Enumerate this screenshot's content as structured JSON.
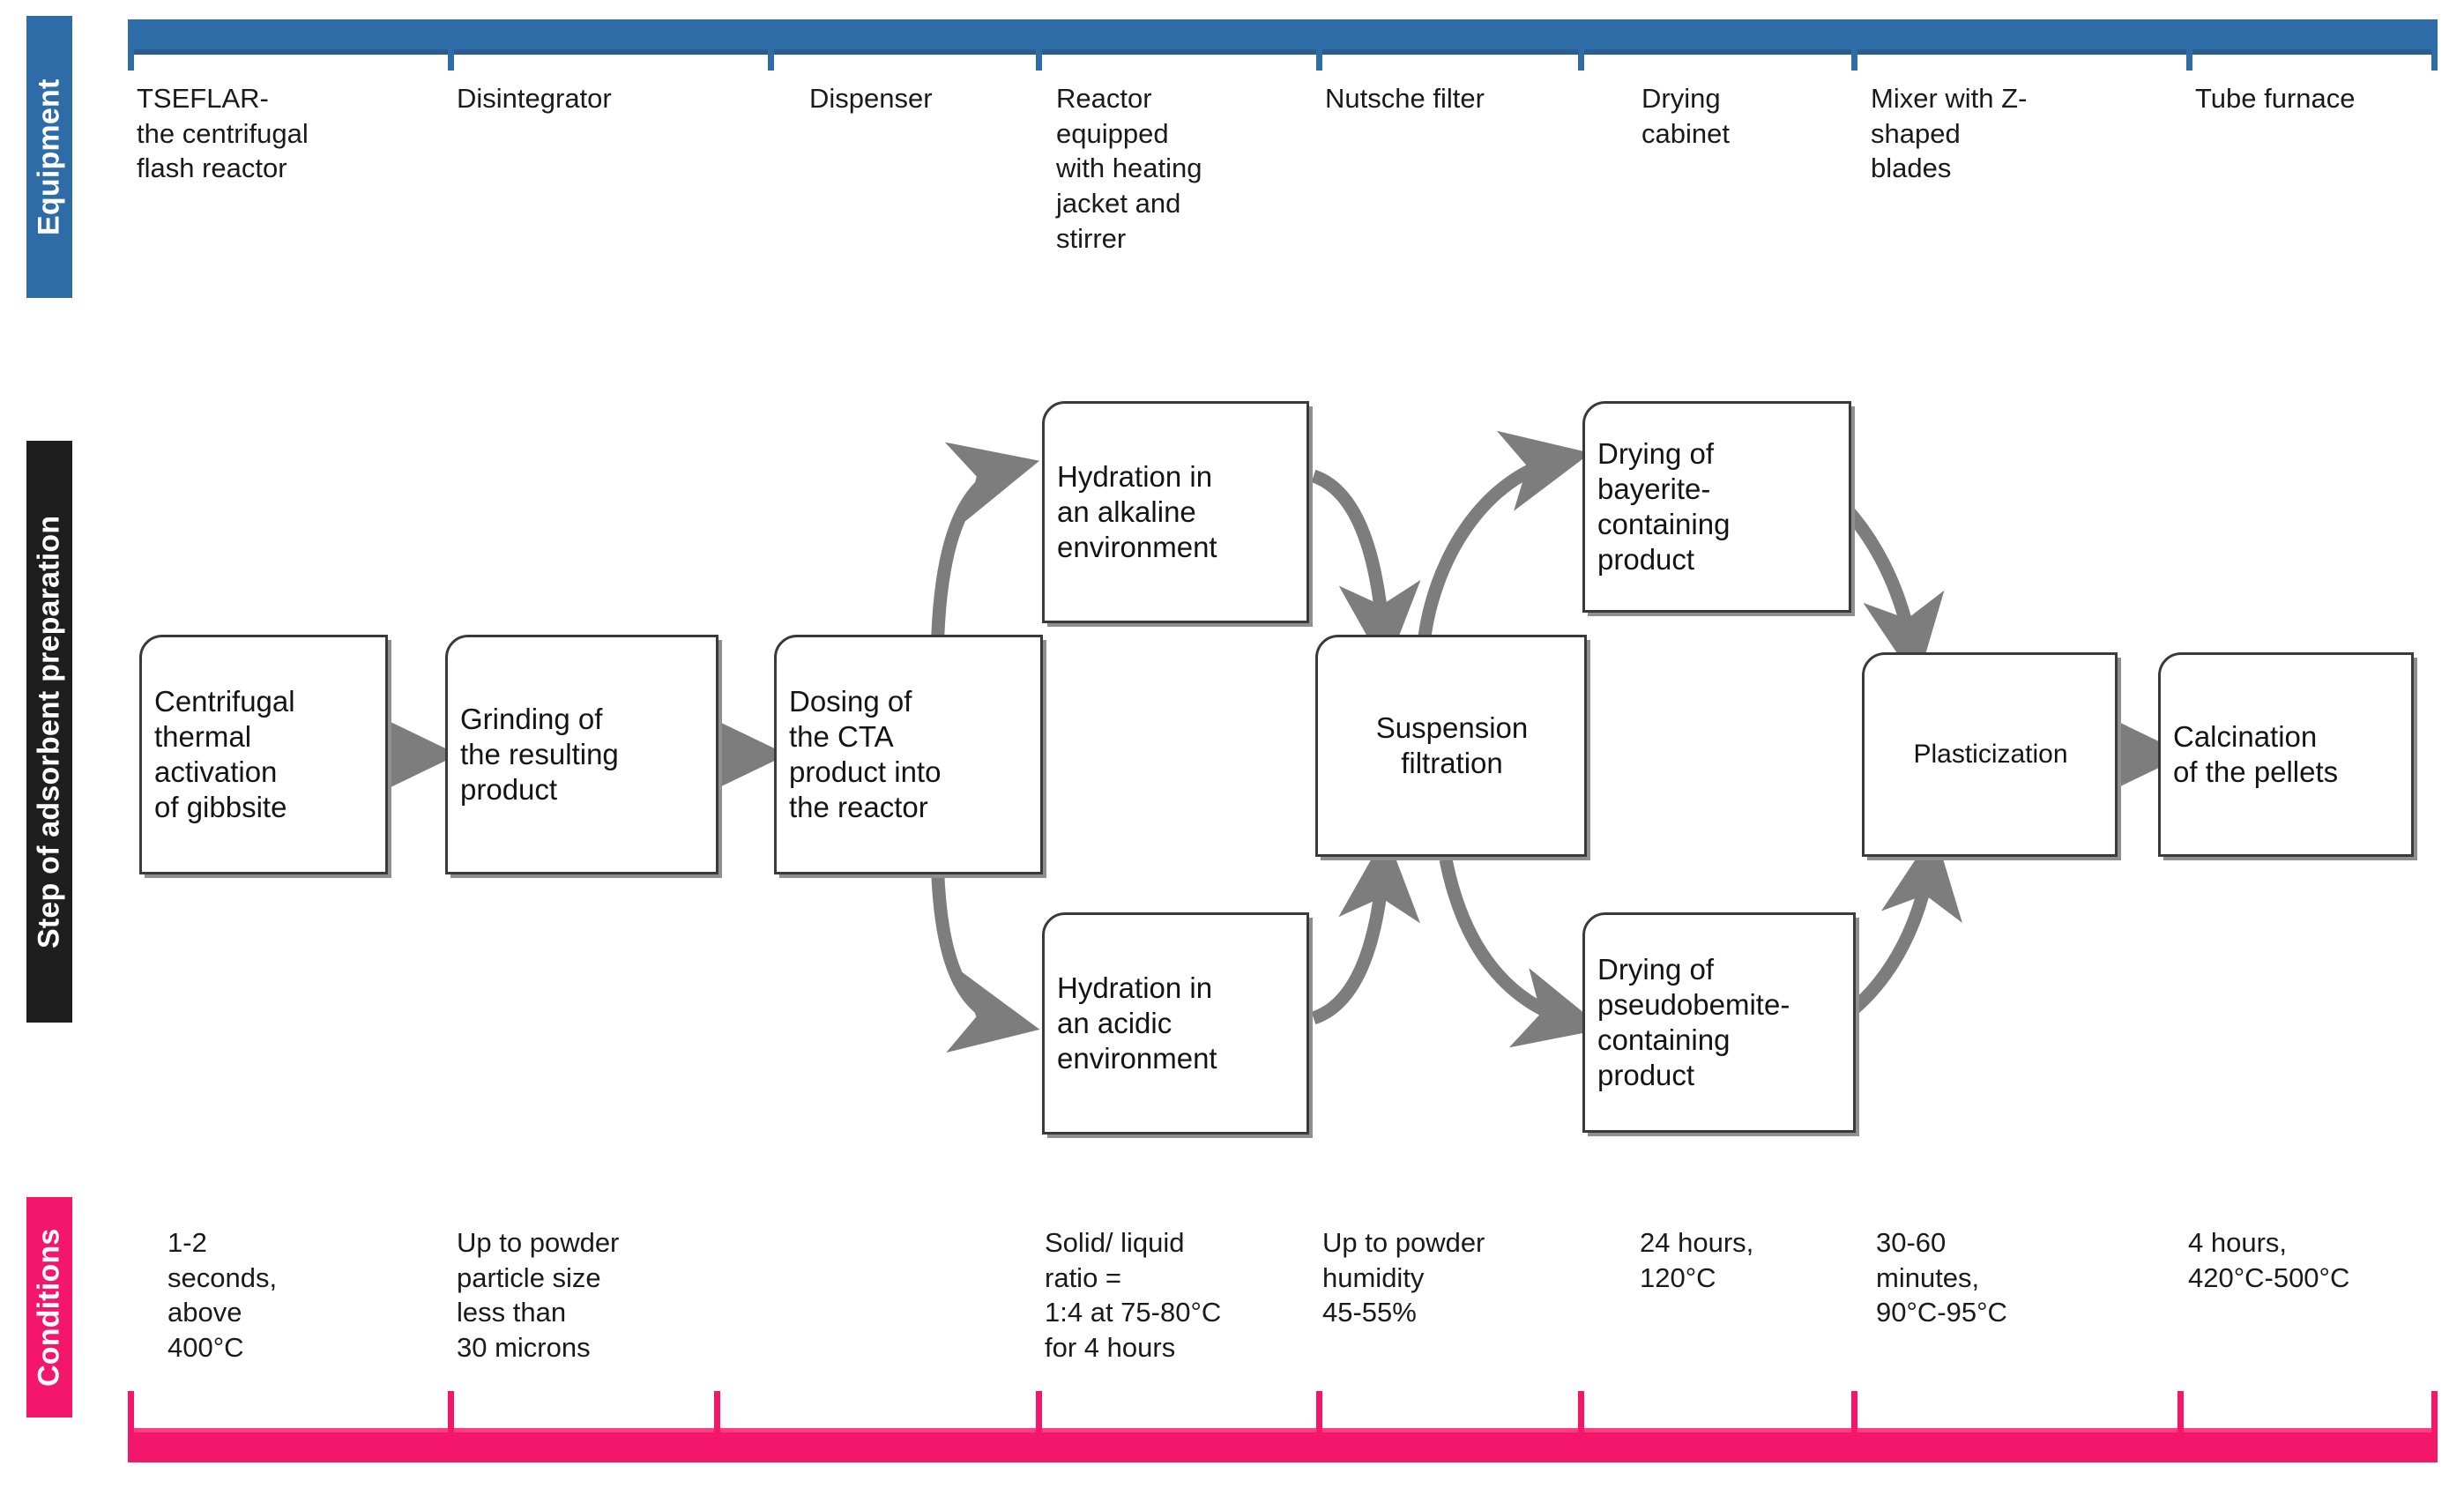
{
  "bands": {
    "equipment": {
      "label": "Equipment",
      "color": "#2E6CA8"
    },
    "step": {
      "label": "Step of adsorbent preparation",
      "color": "#1E1E1E"
    },
    "conditions": {
      "label": "Conditions",
      "color": "#F4166B"
    }
  },
  "equipment": {
    "items": [
      {
        "id": "tseflar",
        "text": "TSEFLAR-\nthe centrifugal\nflash reactor"
      },
      {
        "id": "disintegrator",
        "text": "Disintegrator"
      },
      {
        "id": "dispenser",
        "text": "Dispenser"
      },
      {
        "id": "reactor",
        "text": "Reactor\nequipped\nwith heating\njacket and\nstirrer"
      },
      {
        "id": "nutsche-filter",
        "text": "Nutsche filter"
      },
      {
        "id": "drying-cabinet",
        "text": "Drying\ncabinet"
      },
      {
        "id": "mixer",
        "text": "Mixer with Z-\nshaped\nblades"
      },
      {
        "id": "tube-furnace",
        "text": "Tube furnace"
      }
    ]
  },
  "steps": {
    "boxes": [
      {
        "id": "centrifugal-thermal-activation",
        "text": "Centrifugal\nthermal\nactivation\nof gibbsite"
      },
      {
        "id": "grinding",
        "text": "Grinding of\nthe resulting\nproduct"
      },
      {
        "id": "dosing-cta",
        "text": "Dosing of\nthe CTA\nproduct into\nthe reactor"
      },
      {
        "id": "hydration-alkaline",
        "text": "Hydration in\nan alkaline\nenvironment"
      },
      {
        "id": "hydration-acidic",
        "text": "Hydration in\nan acidic\nenvironment"
      },
      {
        "id": "suspension-filtration",
        "text": "Suspension\nfiltration"
      },
      {
        "id": "drying-bayerite",
        "text": "Drying of\nbayerite-\ncontaining\nproduct"
      },
      {
        "id": "drying-pseudoboehmite",
        "text": "Drying of\npseudobemite-\ncontaining\nproduct"
      },
      {
        "id": "plasticization",
        "text": "Plasticization"
      },
      {
        "id": "calcination",
        "text": "Calcination\nof the pellets"
      }
    ]
  },
  "conditions": {
    "items": [
      {
        "id": "cond-activation",
        "text": "1-2\nseconds,\nabove\n400°C"
      },
      {
        "id": "cond-grinding",
        "text": "Up to powder\nparticle size\nless than\n30 microns"
      },
      {
        "id": "cond-hydration",
        "text": "Solid/ liquid\nratio =\n1:4 at 75-80°C\nfor 4 hours"
      },
      {
        "id": "cond-filtration",
        "text": "Up to powder\nhumidity\n45-55%"
      },
      {
        "id": "cond-drying",
        "text": "24 hours,\n120°C"
      },
      {
        "id": "cond-plasticization",
        "text": "30-60\nminutes,\n90°C-95°C"
      },
      {
        "id": "cond-calcination",
        "text": "4 hours,\n420°C-500°C"
      }
    ]
  }
}
